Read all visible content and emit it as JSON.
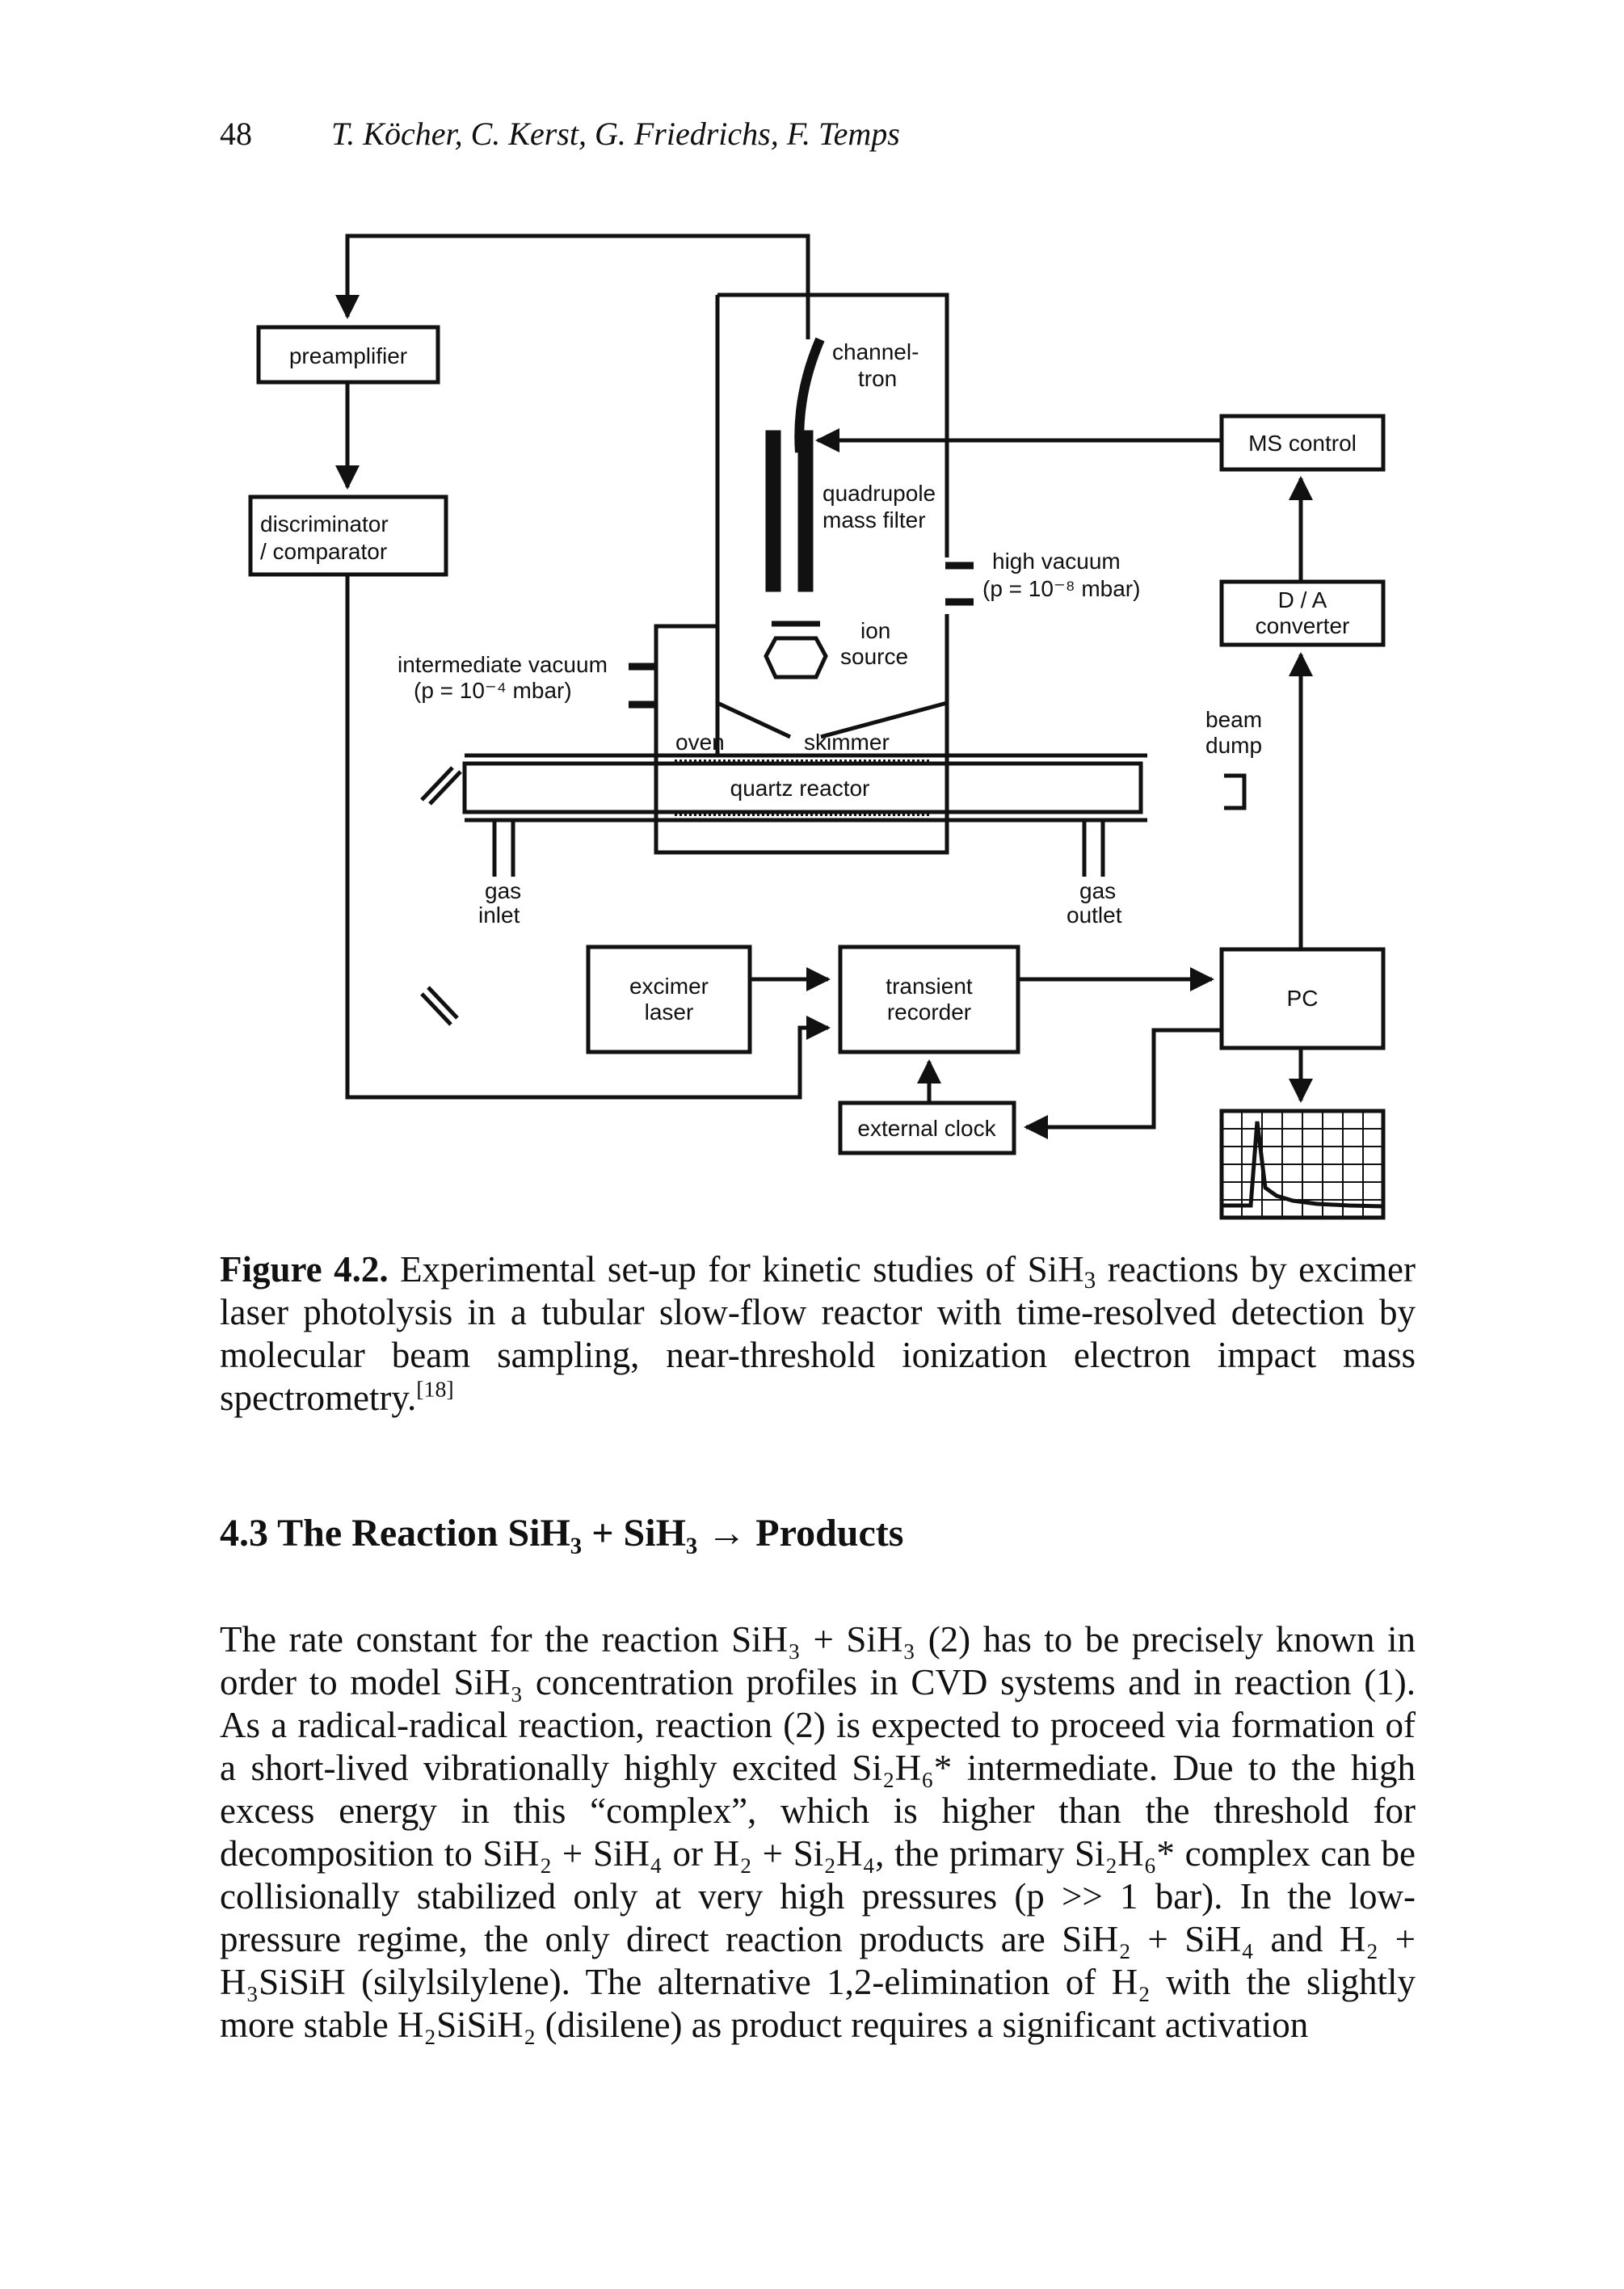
{
  "header": {
    "page_number": "48",
    "authors": "T. Köcher, C. Kerst, G. Friedrichs, F. Temps"
  },
  "figure": {
    "labels": {
      "preamplifier": "preamplifier",
      "discriminator_1": "discriminator",
      "discriminator_2": "/ comparator",
      "channeltron_1": "channel-",
      "channeltron_2": "tron",
      "quadrupole_1": "quadrupole",
      "quadrupole_2": "mass filter",
      "high_vacuum_1": "high vacuum",
      "high_vacuum_2": "(p = 10⁻⁸ mbar)",
      "ion_source_1": "ion",
      "ion_source_2": "source",
      "intermediate_vacuum_1": "intermediate vacuum",
      "intermediate_vacuum_2": "(p = 10⁻⁴ mbar)",
      "oven": "oven",
      "skimmer": "skimmer",
      "quartz_reactor": "quartz reactor",
      "gas_inlet_1": "gas",
      "gas_inlet_2": "inlet",
      "gas_outlet_1": "gas",
      "gas_outlet_2": "outlet",
      "ms_control": "MS control",
      "da_converter_1": "D / A",
      "da_converter_2": "converter",
      "beam_dump_1": "beam",
      "beam_dump_2": "dump",
      "excimer_laser_1": "excimer",
      "excimer_laser_2": "laser",
      "transient_recorder_1": "transient",
      "transient_recorder_2": "recorder",
      "pc": "PC",
      "external_clock": "external clock"
    }
  },
  "caption": {
    "label": "Figure 4.2.",
    "text_1": " Experimental set-up for kinetic studies of SiH",
    "text_2": " reactions by excimer laser photolysis in a tubular slow-flow reactor with time-resolved detection by molecular beam sampling, near-threshold ionization electron impact mass spectrometry.",
    "ref": "[18]"
  },
  "section_title": "4.3 The Reaction SiH₃ + SiH₃ → Products",
  "body": {
    "paragraph": "The rate constant for the reaction SiH₃ + SiH₃ (2) has to be precisely known in order to model SiH₃ concentration profiles in CVD systems and in reaction (1). As a radical-radical reaction, reaction (2) is expected to proceed via formation of a short-lived vibrationally highly excited Si₂H₆* intermediate. Due to the high excess energy in this “complex”, which is higher than the threshold for decomposition to SiH₂ + SiH₄ or H₂ + Si₂H₄, the primary Si₂H₆* complex can be collisionally stabilized only at very high pressures (p >> 1 bar). In the low-pressure regime, the only direct reaction products are SiH₂ + SiH₄ and H₂ + H₃SiSiH (silylsilylene). The alternative 1,2-elimination of H₂ with the slightly more stable H₂SiSiH₂ (disilene) as product requires a significant activation"
  }
}
